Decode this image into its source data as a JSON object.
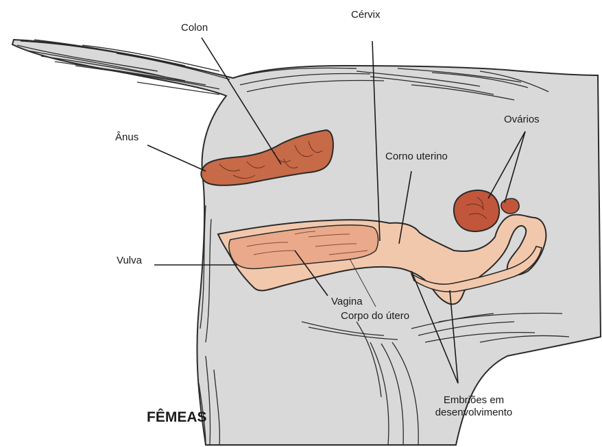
{
  "caption": "FÊMEAS",
  "labels": {
    "colon": "Colon",
    "cervix": "Cérvix",
    "anus": "Ânus",
    "ovarios": "Ovários",
    "corno_uterino": "Corno uterino",
    "vulva": "Vulva",
    "vagina": "Vagina",
    "corpo_do_utero": "Corpo do útero",
    "embrioes_line1": "Embriões em",
    "embrioes_line2": "desenvolvimento"
  },
  "colors": {
    "body_fill": "#d9d9da",
    "outline": "#2a2a2a",
    "colon_anus": "#c76a48",
    "reproductive_tract": "#f2c8ac",
    "vagina_inner": "#e9a98a",
    "ovary": "#c2563a",
    "leader_line": "#1a1a1a"
  }
}
